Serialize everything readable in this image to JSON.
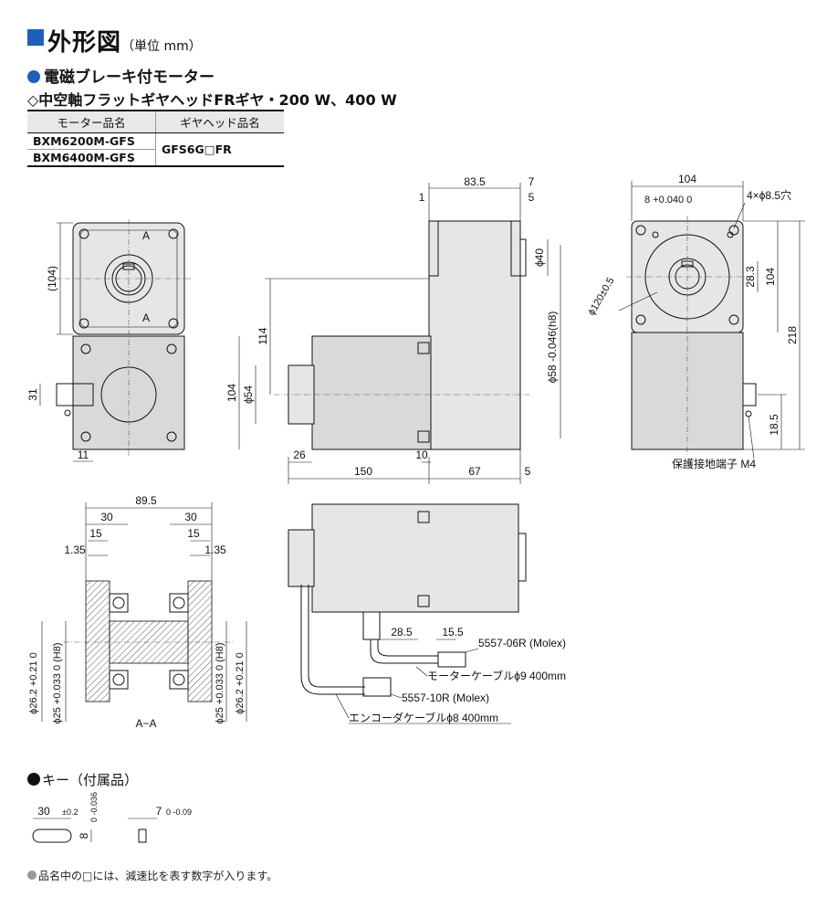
{
  "header": {
    "title": "外形図",
    "unit": "（単位 mm）"
  },
  "section": {
    "motor": "電磁ブレーキ付モーター",
    "gear": "◇中空軸フラットギヤヘッドFRギヤ・200 W、400 W"
  },
  "table": {
    "headers": [
      "モーター品名",
      "ギヤヘッド品名"
    ],
    "motors": [
      "BXM6200M-GFS",
      "BXM6400M-GFS"
    ],
    "gearhead": "GFS6G□FR"
  },
  "dims": {
    "front": {
      "h104": "(104)",
      "a_top": "A",
      "a_bottom": "A",
      "d31": "31",
      "d11": "11"
    },
    "side": {
      "d83_5": "83.5",
      "d7": "7",
      "d1": "1",
      "d5": "5",
      "phi40": "ϕ40",
      "phi58": "ϕ58  -0.046(h8)",
      "d114": "114",
      "d104": "104",
      "phi54": "ϕ54",
      "d26": "26",
      "d10": "10",
      "d150": "150",
      "d67": "67",
      "d5b": "5"
    },
    "right": {
      "d104": "104",
      "d8tol": "8 +0.040 0",
      "holes": "4×ϕ8.5穴",
      "d28_3": "28.3",
      "d104v": "104",
      "phi120": "ϕ120±0.5",
      "d218": "218",
      "d18_5": "18.5",
      "terminal": "保護接地端子 M4"
    },
    "section_aa": {
      "d89_5": "89.5",
      "d30a": "30",
      "d30b": "30",
      "d15a": "15",
      "d15b": "15",
      "d1_35a": "1.35",
      "d1_35b": "1.35",
      "phi26a": "ϕ26.2 +0.21 0",
      "phi25a": "ϕ25 +0.033 0 (H8)",
      "phi25b": "ϕ25 +0.033 0 (H8)",
      "phi26b": "ϕ26.2 +0.21 0",
      "label": "A−A"
    },
    "bottom": {
      "d28_5": "28.5",
      "d15_5": "15.5",
      "conn1": "5557-06R (Molex)",
      "cable1": "モーターケーブルϕ9  400mm",
      "conn2": "5557-10R (Molex)",
      "cable2": "エンコーダケーブルϕ8  400mm"
    },
    "key": {
      "d30": "30",
      "tol30": "±0.2",
      "d8": "8",
      "tol8": "0 -0.036",
      "d7": "7",
      "tol7": "0 -0.09"
    }
  },
  "key_section": "キー（付属品）",
  "footnote": "品名中の□には、減速比を表す数字が入ります。"
}
